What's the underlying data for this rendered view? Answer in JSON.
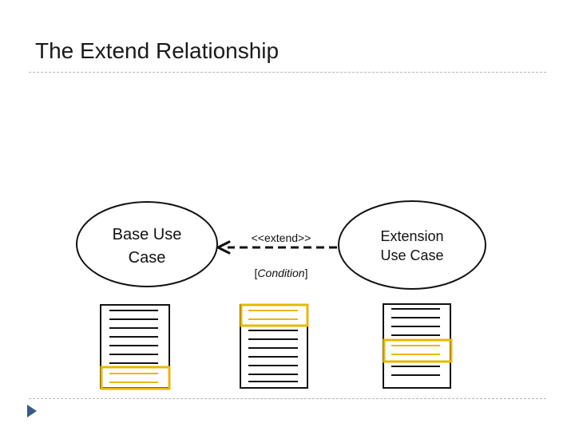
{
  "slide": {
    "title": "The Extend Relationship"
  },
  "diagram": {
    "base_use_case": {
      "line1": "Base Use",
      "line2": "Case"
    },
    "extension_use_case": {
      "line1": "Extension",
      "line2": "Use Case"
    },
    "relationship": {
      "stereotype": "<<extend>>",
      "condition_open": "[",
      "condition": "Condition",
      "condition_close": "]"
    },
    "colors": {
      "outline": "#111111",
      "highlight": "#e8b800",
      "nav_arrow": "#3a5a8c"
    }
  }
}
